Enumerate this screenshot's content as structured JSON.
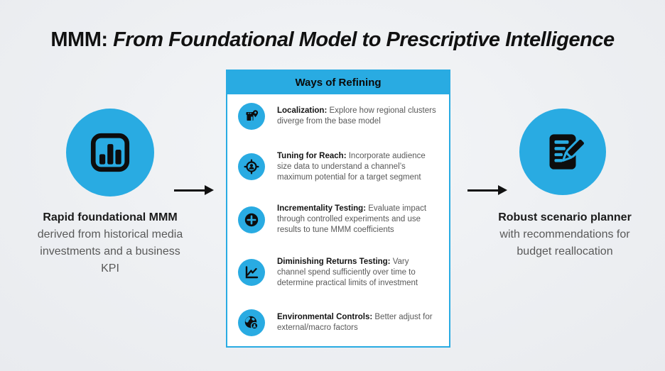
{
  "title": {
    "prefix": "MMM:",
    "rest": " From Foundational Model to Prescriptive Intelligence"
  },
  "left": {
    "icon": "bar-chart-icon",
    "bold": "Rapid foundational MMM",
    "rest": "derived from historical media investments and a business KPI"
  },
  "panel": {
    "header": "Ways of Refining",
    "items": [
      {
        "icon": "store-location-icon",
        "bold": "Localization:",
        "text": "Explore how regional clusters diverge from the base model"
      },
      {
        "icon": "audience-target-icon",
        "bold": "Tuning for Reach:",
        "text": "Incorporate audience size data to understand a channel’s maximum potential for a target segment"
      },
      {
        "icon": "plus-circle-icon",
        "bold": "Incrementality Testing:",
        "text": "Evaluate impact through controlled experiments and use results to tune MMM coefficients"
      },
      {
        "icon": "line-chart-icon",
        "bold": "Diminishing Returns Testing:",
        "text": "Vary channel spend sufficiently over time to determine practical limits of investment"
      },
      {
        "icon": "globe-controls-icon",
        "bold": "Environmental Controls:",
        "text": "Better adjust for external/macro factors"
      }
    ]
  },
  "right": {
    "icon": "scenario-planner-icon",
    "bold": "Robust scenario planner",
    "rest": "with recommendations for budget reallocation"
  },
  "colors": {
    "accent_blue": "#29abe2",
    "text_dark": "#1a1a1a",
    "text_gray": "#595959",
    "panel_bg": "#ffffff",
    "background": "#eff1f4",
    "icon_black": "#0d0d0d"
  }
}
